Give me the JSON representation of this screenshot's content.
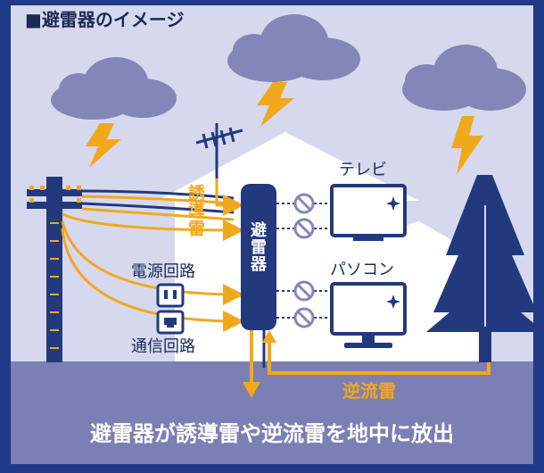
{
  "title": "■避雷器のイメージ",
  "labels": {
    "induced": "誘導雷",
    "arrester": "避雷器",
    "tv": "テレビ",
    "pc": "パソコン",
    "power_circuit": "電源回路",
    "comm_circuit": "通信回路",
    "reverse": "逆流雷"
  },
  "caption": "避雷器が誘導雷や逆流雷を地中に放出",
  "colors": {
    "sky": "#d6d9ed",
    "ground": "#7c7fb3",
    "cloud": "#8486b8",
    "navy": "#23397e",
    "yellow": "#f2a81d",
    "house": "#ffffff"
  }
}
